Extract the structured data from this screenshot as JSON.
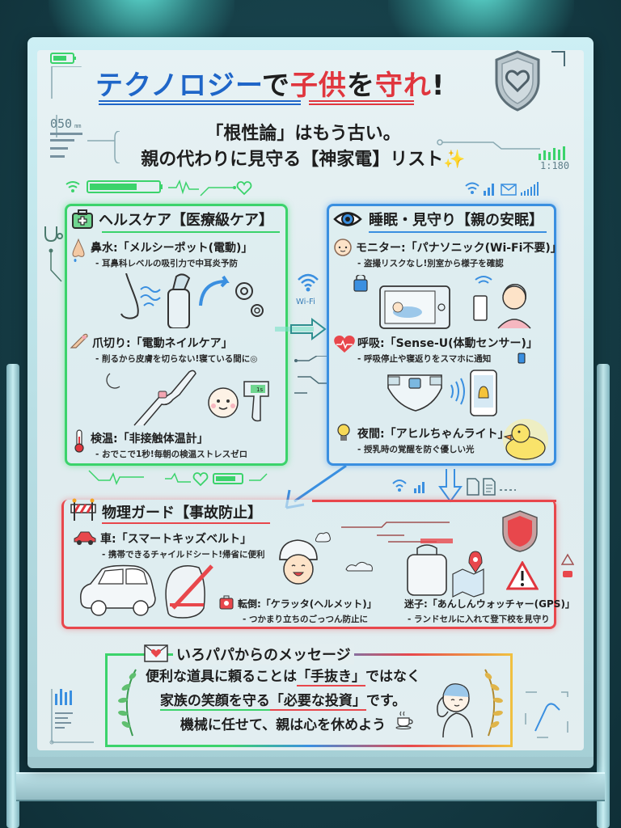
{
  "title": {
    "part1": "テクノロジー",
    "part2": "で",
    "part3": "子供",
    "part4": "を",
    "part5": "守れ",
    "part6": "!"
  },
  "subtitle": {
    "line1": "「根性論」はもう古い。",
    "line2": "親の代わりに見守る【神家電】リスト",
    "sparkle": "✨"
  },
  "decorations": {
    "meter_left": "050",
    "meter_left_unit": "mm",
    "meter_right": "1:180",
    "wifi_label": "Wi-Fi"
  },
  "sections": {
    "healthcare": {
      "header": "ヘルスケア【医療級ケア】",
      "icon": "first-aid-kit-icon",
      "color": "#3bd36b",
      "items": [
        {
          "icon": "nose-icon",
          "title": "鼻水:「メルシーポット(電動)」",
          "desc": "- 耳鼻科レベルの吸引力で中耳炎予防"
        },
        {
          "icon": "nail-icon",
          "title": "爪切り:「電動ネイルケア」",
          "desc": "- 削るから皮膚を切らない!寝ている間に◎"
        },
        {
          "icon": "thermometer-icon",
          "title": "検温:「非接触体温計」",
          "desc": "- おでこで1秒!毎朝の検温ストレスゼロ"
        }
      ],
      "thermometer_display": "1s"
    },
    "sleep": {
      "header": "睡眠・見守り【親の安眠】",
      "icon": "eye-icon",
      "color": "#3a8fe0",
      "items": [
        {
          "icon": "baby-face-icon",
          "title": "モニター:「パナソニック(Wi-Fi不要)」",
          "desc": "- 盗撮リスクなし!別室から様子を確認"
        },
        {
          "icon": "heart-pulse-icon",
          "title": "呼吸:「Sense-U(体動センサー)」",
          "desc": "- 呼吸停止や寝返りをスマホに通知"
        },
        {
          "icon": "lightbulb-icon",
          "title": "夜間:「アヒルちゃんライト」",
          "desc": "- 授乳時の覚醒を防ぐ優しい光"
        }
      ]
    },
    "physical": {
      "header": "物理ガード【事故防止】",
      "icon": "barrier-icon",
      "color": "#e8474c",
      "items": [
        {
          "icon": "car-icon",
          "title": "車:「スマートキッズベルト」",
          "desc": "- 携帯できるチャイルドシート!帰省に便利"
        },
        {
          "icon": "first-aid-icon",
          "title": "転倒:「ケラッタ(ヘルメット)」",
          "desc": "- つかまり立ちのごっつん防止に"
        },
        {
          "icon": "",
          "title": "迷子:「あんしんウォッチャー(GPS)」",
          "desc": "- ランドセルに入れて登下校を見守り"
        }
      ]
    },
    "message": {
      "header": "いろパパからのメッセージ",
      "icon": "envelope-heart-icon",
      "line1_a": "便利な道具に頼ることは",
      "line1_b": "「手抜き」",
      "line1_c": "ではなく",
      "line2_a": "家族の笑顔を守る",
      "line2_b": "「必要な投資」",
      "line2_c": "です。",
      "line3": "機械に任せて、親は心を休めよう"
    }
  },
  "colors": {
    "blue": "#1f66c8",
    "red": "#e0363e",
    "green": "#3bd36b",
    "panel_blue": "#3a8fe0",
    "panel_red": "#e8474c",
    "background": "#153c45"
  }
}
